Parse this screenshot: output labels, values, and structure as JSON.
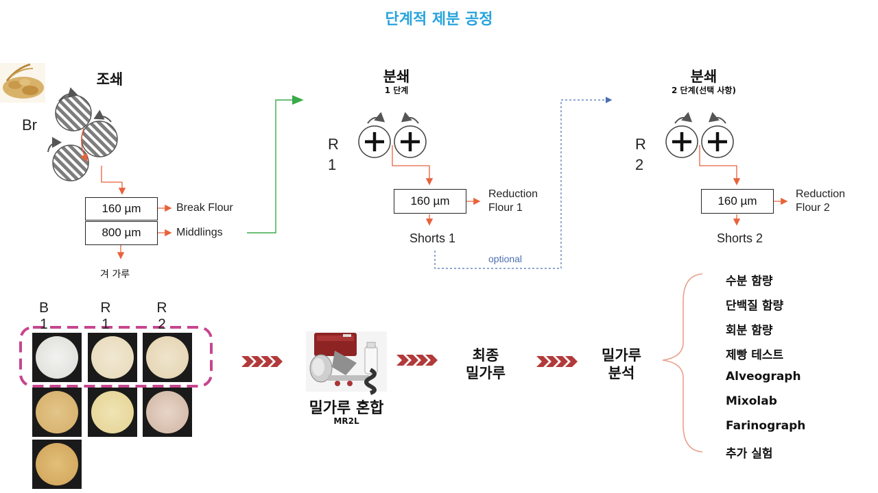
{
  "title": "단계적 제분 공정",
  "coarse": {
    "heading": "조쇄",
    "roll_label": "Br",
    "sieve1": "160 µm",
    "sieve1_out": "Break Flour",
    "sieve2": "800 µm",
    "sieve2_out": "Middlings",
    "bran": "겨 가루"
  },
  "stage1": {
    "heading": "분쇄",
    "sub": "1 단계",
    "roll_label": [
      "R",
      "1"
    ],
    "sieve": "160 µm",
    "out": [
      "Reduction",
      "Flour 1"
    ],
    "shorts": "Shorts 1"
  },
  "stage2": {
    "heading": "분쇄",
    "sub": "2 단계(선택 사항)",
    "roll_label": [
      "R",
      "2"
    ],
    "sieve": "160 µm",
    "out": [
      "Reduction",
      "Flour 2"
    ],
    "shorts": "Shorts 2"
  },
  "optional_label": "optional",
  "samples": {
    "headers": [
      [
        "B",
        "1"
      ],
      [
        "R",
        "1"
      ],
      [
        "R",
        "2"
      ]
    ]
  },
  "mixer": {
    "label": "밀가루 혼합",
    "model": "MR2L"
  },
  "final_flour": [
    "최종",
    "밀가루"
  ],
  "flour_analysis": [
    "밀가루",
    "분석"
  ],
  "analyses": [
    "수분 함량",
    "단백질 함량",
    "회분 함량",
    "제빵 테스트",
    "Alveograph",
    "Mixolab",
    "Farinograph",
    "추가 실험"
  ],
  "colors": {
    "title": "#27a3dc",
    "flow_arrow": "#e8623a",
    "green_arrow": "#3aaa4a",
    "optional_line": "#4a6fb0",
    "chevron": "#b23a3a",
    "dashed_frame": "#c7458e",
    "brace": "#e8a08a"
  }
}
